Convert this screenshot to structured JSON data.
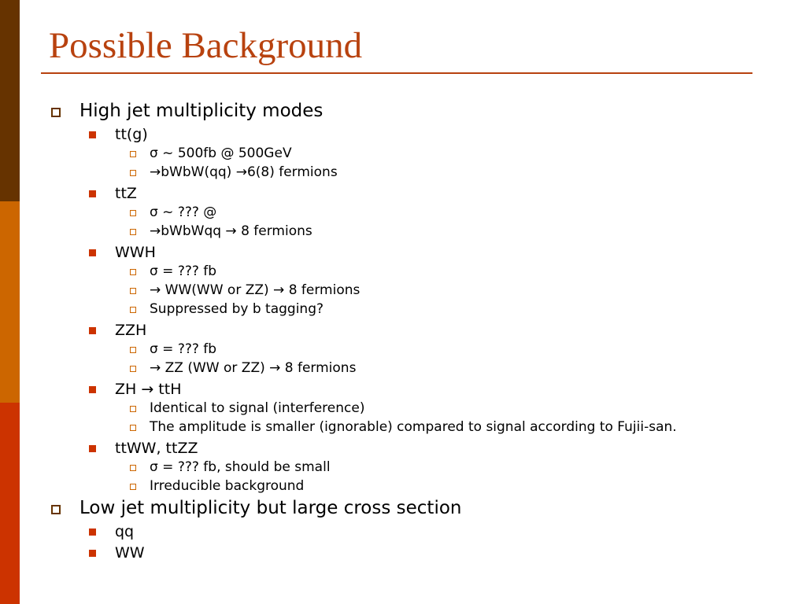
{
  "slide": {
    "title": "Possible Background",
    "items": [
      "High jet multiplicity modes",
      "tt(g)",
      " σ ~ 500fb @ 500GeV",
      "→bWbW(qq) →6(8) fermions",
      "ttZ",
      " σ ~ ??? @",
      "→bWbWqq → 8 fermions",
      "WWH",
      " σ = ??? fb",
      "→ WW(WW or ZZ) → 8 fermions",
      "Suppressed by b tagging?",
      "ZZH",
      " σ = ??? fb",
      "→ ZZ (WW or ZZ) → 8 fermions",
      "ZH → ttH",
      "Identical to signal (interference)",
      "The amplitude is smaller (ignorable) compared to signal according to Fujii-san.",
      "ttWW, ttZZ",
      "σ = ??? fb, should be small",
      "Irreducible background",
      "Low jet multiplicity but large cross section",
      "qq",
      "WW"
    ]
  },
  "colors": {
    "title": "#b8420f",
    "band_top": "#663300",
    "band_mid": "#cc6600",
    "band_bottom": "#cc3300"
  }
}
